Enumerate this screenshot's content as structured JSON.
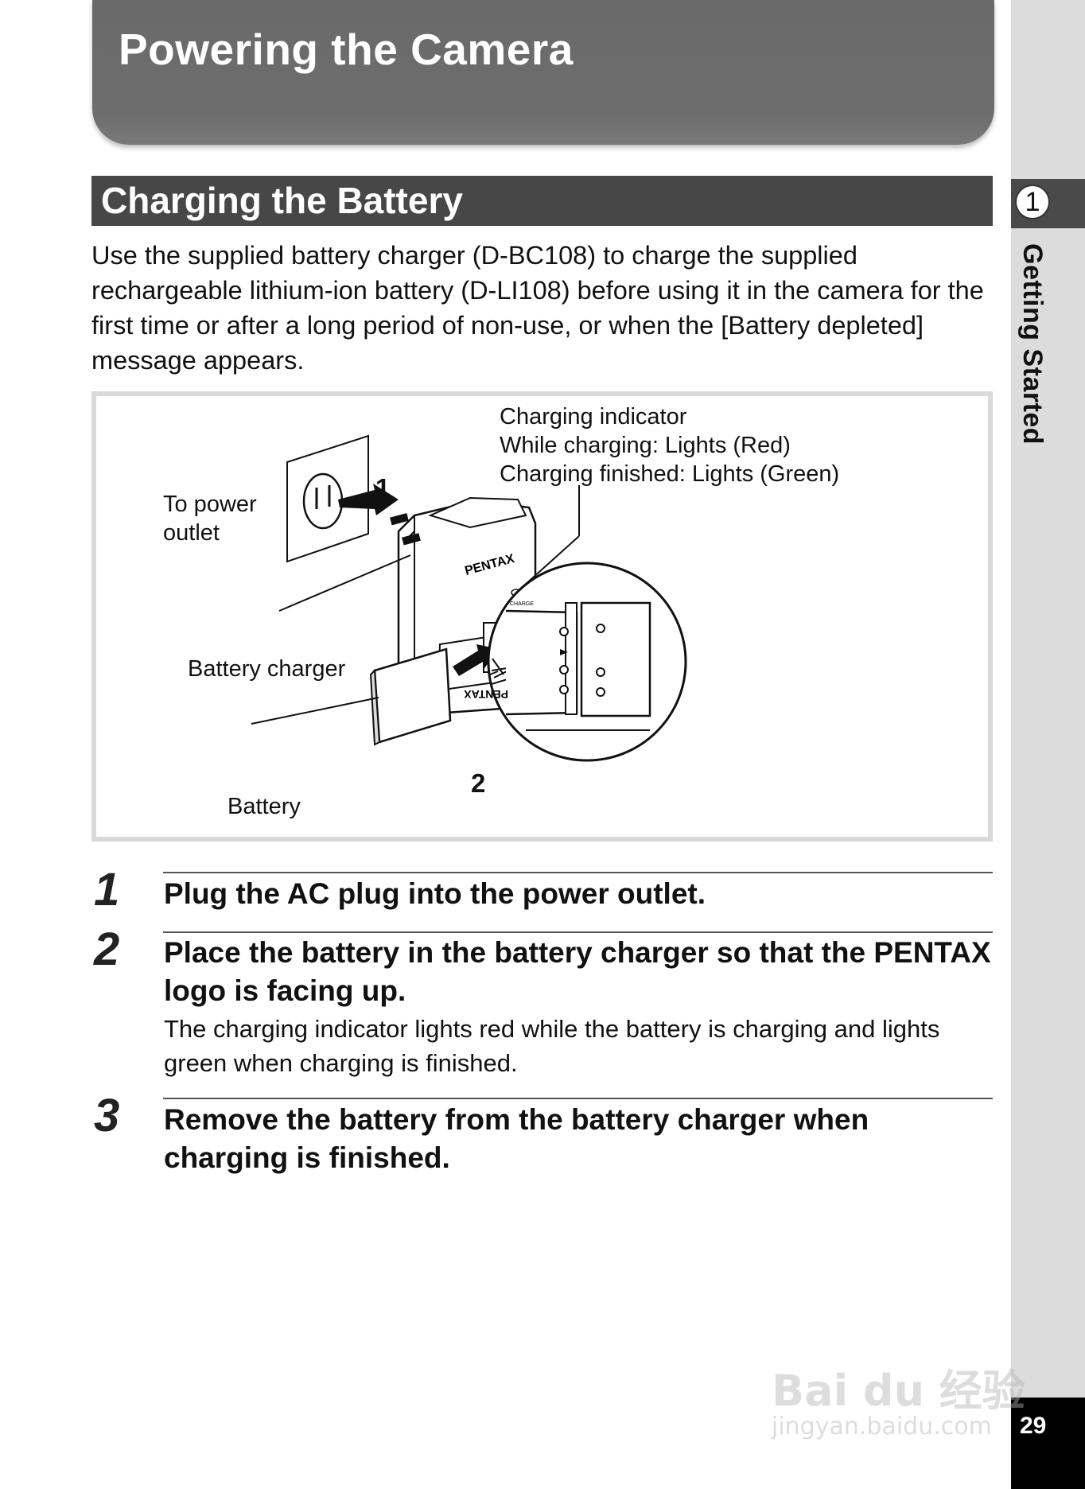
{
  "header": {
    "title": "Powering the Camera"
  },
  "sidebar": {
    "chapter_number": "1",
    "chapter_label": "Getting Started",
    "page_number": "29"
  },
  "section": {
    "title": "Charging the Battery"
  },
  "intro": "Use the supplied battery charger (D-BC108) to charge the supplied rechargeable lithium-ion battery (D-LI108) before using it in the camera for the first time or after a long period of non-use, or when the [Battery depleted] message appears.",
  "figure": {
    "indicator_label": "Charging indicator",
    "indicator_charging": "While charging: Lights (Red)",
    "indicator_finished": "Charging finished: Lights (Green)",
    "outlet_label_line1": "To power",
    "outlet_label_line2": "outlet",
    "charger_label": "Battery charger",
    "battery_label": "Battery",
    "callout_1": "1",
    "callout_2": "2",
    "brand_charger": "PENTAX",
    "charge_mark": "CHARGE",
    "brand_battery": "PENTAX"
  },
  "steps": [
    {
      "number": "1",
      "title": "Plug the AC plug into the power outlet.",
      "body": ""
    },
    {
      "number": "2",
      "title": "Place the battery in the battery charger so that the PENTAX logo is facing up.",
      "body": "The charging indicator lights red while the battery is charging and lights green when charging is finished."
    },
    {
      "number": "3",
      "title": "Remove the battery from the battery charger when charging is finished.",
      "body": ""
    }
  ],
  "watermark": {
    "brand": "Bai du 经验",
    "url": "jingyan.baidu.com"
  }
}
